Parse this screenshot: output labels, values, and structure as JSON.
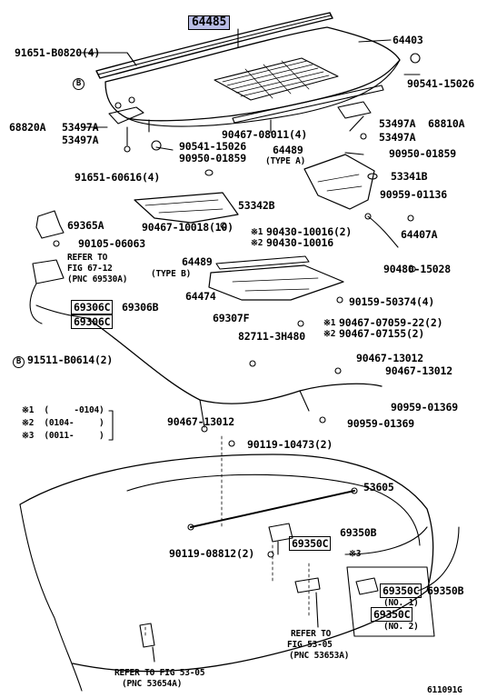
{
  "highlight_part": "64485",
  "labels": {
    "l64403": "64403",
    "l91651_b0820": "91651-B0820(4)",
    "circB": "B",
    "l90541_15026a": "90541-15026",
    "l68820A": "68820A",
    "l53497A_1": "53497A",
    "l53497A_2": "53497A",
    "l53497A_3": "53497A",
    "l68810A": "68810A",
    "l53497A_4": "53497A",
    "l90467_08011": "90467-08011(4)",
    "l64489a": "64489",
    "typeA": "(TYPE A)",
    "l90541_15026b": "90541-15026",
    "l90950_01859a": "90950-01859",
    "l90950_01859b": "90950-01859",
    "l91651_60616": "91651-60616(4)",
    "l53341B": "53341B",
    "l90959_01136": "90959-01136",
    "l53342B": "53342B",
    "l69365A": "69365A",
    "l90467_10018": "90467-10018(10)",
    "l90430_10016a": "90430-10016(2)",
    "l90430_10016b": "90430-10016",
    "mk1": "※1",
    "mk2": "※2",
    "mk3": "※3",
    "l64407A": "64407A",
    "l90105_06063": "90105-06063",
    "refer1": "REFER TO",
    "refer1b": "FIG 67-12",
    "refer1c": "(PNC 69530A)",
    "l64489b": "64489",
    "typeB": "(TYPE B)",
    "l90480_15028": "90480-15028",
    "l64474": "64474",
    "l90159_50374": "90159-50374(4)",
    "l69306C_1": "69306C",
    "l69306B": "69306B",
    "l69306C_2": "69306C",
    "l69307F": "69307F",
    "l90467_07059": "90467-07059-22(2)",
    "l90467_07155": "90467-07155(2)",
    "l82711": "82711-3H480",
    "l91511_b0614": "91511-B0614(2)",
    "l90467_13012a": "90467-13012",
    "l90467_13012b": "90467-13012",
    "l90467_13012c": "90467-13012",
    "l90959_01369a": "90959-01369",
    "l90959_01369b": "90959-01369",
    "legend1": "※1  (     -0104)",
    "legend2": "※2  (0104-     )",
    "legend3": "※3  (0011-     )",
    "l90119_10473": "90119-10473(2)",
    "l53605": "53605",
    "l69350B_1": "69350B",
    "l69350C_1": "69350C",
    "l90119_08812": "90119-08812(2)",
    "l69350C_2": "69350C",
    "no1": "(NO. 1)",
    "l69350B_2": "69350B",
    "l69350C_3": "69350C",
    "no2": "(NO. 2)",
    "refer2": "REFER TO",
    "refer2b": "FIG 53-05",
    "refer2c": "(PNC 53653A)",
    "refer3": "REFER TO FIG 53-05",
    "refer3b": "(PNC 53654A)",
    "figcode": "611091G"
  }
}
